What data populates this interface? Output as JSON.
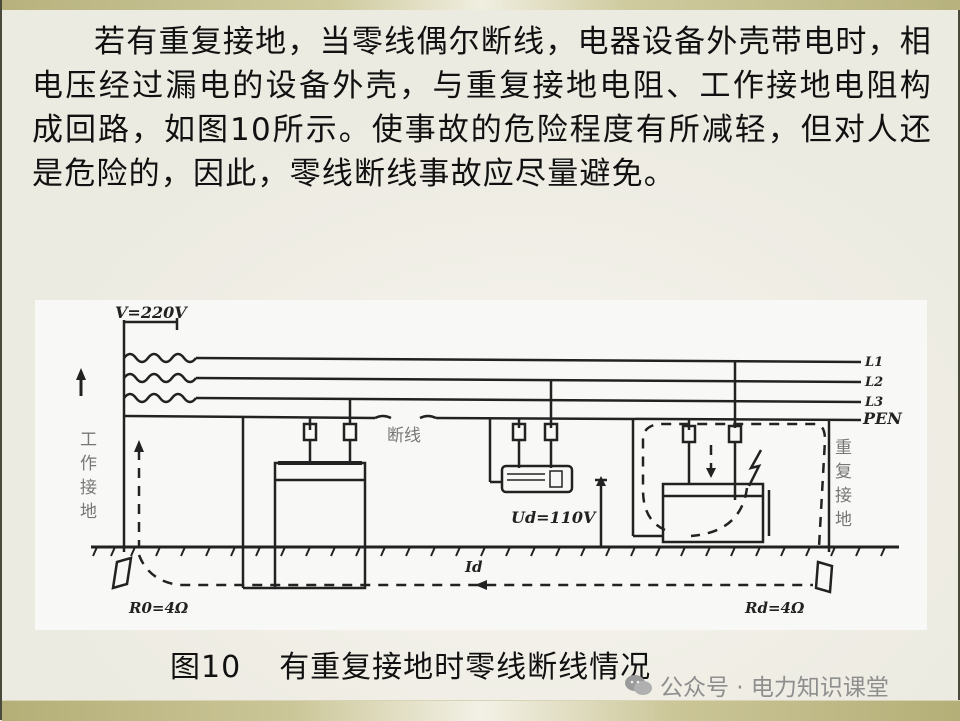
{
  "paragraph": "若有重复接地，当零线偶尔断线，电器设备外壳带电时，相电压经过漏电的设备外壳，与重复接地电阻、工作接地电阻构成回路，如图10所示。使事故的危险程度有所减轻，但对人还是危险的，因此，零线断线事故应尽量避免。",
  "figure": {
    "voltage_label": "V=220V",
    "line_labels": [
      "L1",
      "L2",
      "L3",
      "PEN"
    ],
    "break_label": "断线",
    "left_ground_label": "工作接地",
    "right_ground_label": "重复接地",
    "touch_voltage_label": "Ud=110V",
    "current_label": "Id",
    "left_resistance_label": "R0=4Ω",
    "right_resistance_label": "Rd=4Ω"
  },
  "caption": {
    "number": "图10",
    "title": "有重复接地时零线断线情况"
  },
  "watermark": {
    "icon": "wechat-icon",
    "text": "公众号 · 电力知识课堂"
  },
  "colors": {
    "background": "#f1efe6",
    "bar": "#b7b27d",
    "text": "#111111",
    "watermark": "#8e8e8e"
  }
}
